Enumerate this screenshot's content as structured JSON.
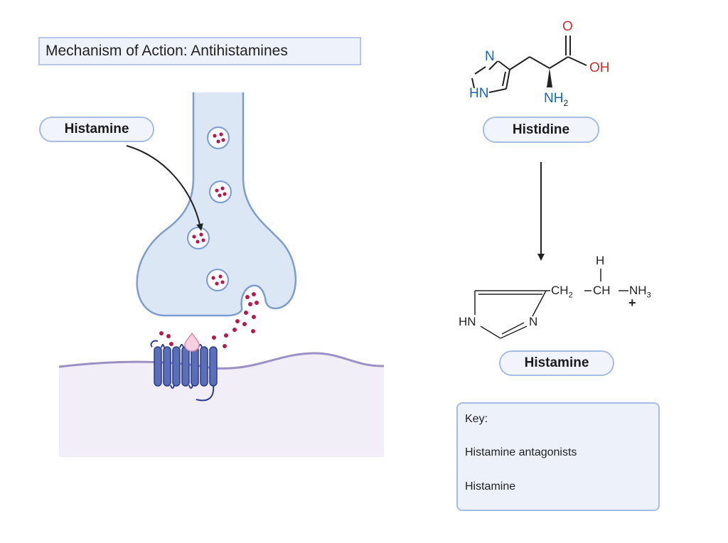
{
  "title": "Mechanism of Action: Antihistamines",
  "labels": {
    "histamine_left": "Histamine",
    "histidine": "Histidine",
    "histamine_right": "Histamine"
  },
  "histidine_structure": {
    "atom_o": "O",
    "atom_oh": "OH",
    "atom_n_ring": "N",
    "atom_hn_ring": "HN",
    "atom_nh": "NH",
    "atom_nh_sub": "2"
  },
  "histamine_structure": {
    "atom_h": "H",
    "ch2_text": "CH",
    "ch2_sub": "2",
    "ch_text": "CH",
    "nh3_text": "NH",
    "nh3_sub": "3",
    "plus": "+",
    "atom_hn": "HN",
    "atom_n": "N"
  },
  "key": {
    "title": "Key:",
    "items": [
      {
        "label": "Histamine antagonists",
        "icon": "antagonist-drop-icon"
      },
      {
        "label": "Histamine",
        "icon": "histamine-dot-icon"
      }
    ]
  },
  "colors": {
    "histamine_dot": "#b8194a",
    "antagonist": "#f6d0de",
    "neuron_fill": "#dce7f6",
    "neuron_stroke": "#7d9ccf",
    "receptor": "#5a6fb8",
    "membrane_fill": "#f1eef7",
    "membrane_stroke": "#9b8fc4",
    "oxygen": "#d32f2f",
    "nitrogen": "#1565c0"
  }
}
